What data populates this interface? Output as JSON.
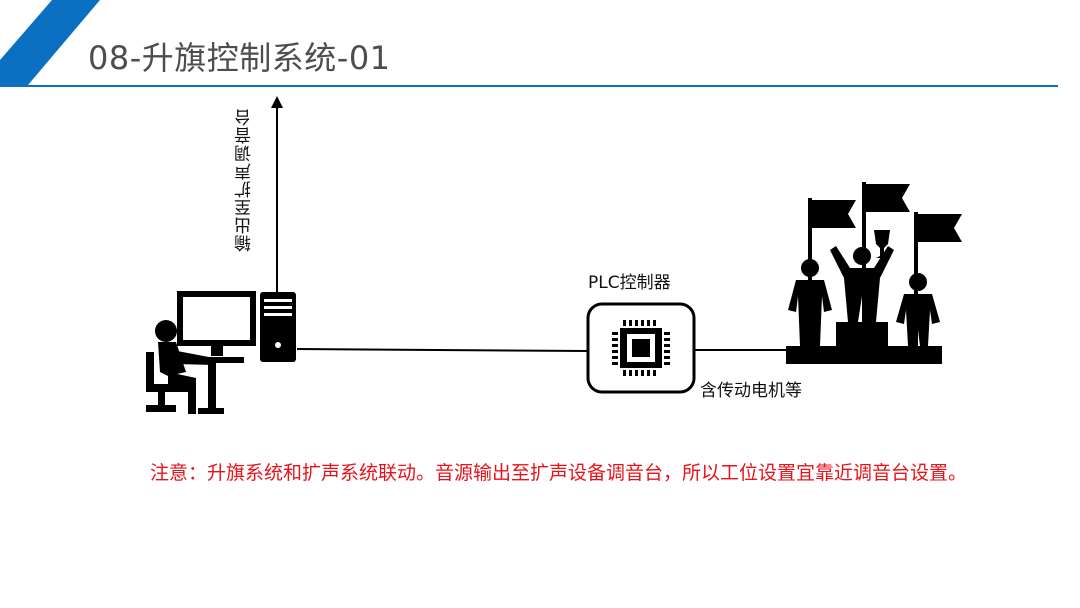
{
  "slide": {
    "title": "08-升旗控制系统-01",
    "accent_color": "#0b6fc2"
  },
  "diagram": {
    "output_label": "输出至扩声调音台",
    "controller_label": "PLC控制器",
    "motor_label": "含传动电机等",
    "icons": [
      "computer-user-icon",
      "pc-tower-icon",
      "chip-icon",
      "flag-raising-icon"
    ]
  },
  "note": {
    "text": "注意：升旗系统和扩声系统联动。音源输出至扩声设备调音台，所以工位设置宜靠近调音台设置。",
    "color": "#e8131a"
  }
}
